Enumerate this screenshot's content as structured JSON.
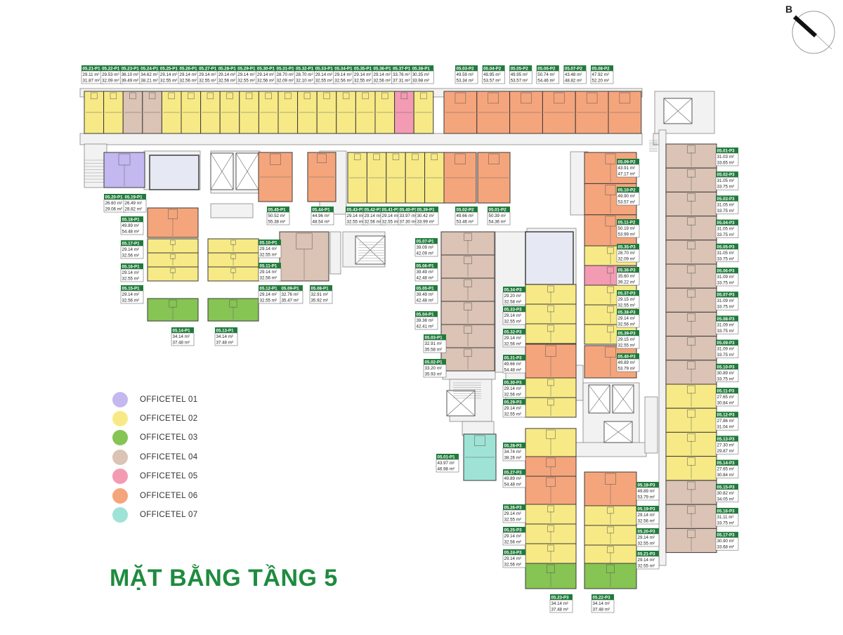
{
  "title": "MẶT BẰNG TẦNG 5",
  "compass": {
    "label": "B"
  },
  "legend": [
    {
      "label": "OFFICETEL 01",
      "color": "#c3b8ef"
    },
    {
      "label": "OFFICETEL 02",
      "color": "#f7ea86"
    },
    {
      "label": "OFFICETEL 03",
      "color": "#86c454"
    },
    {
      "label": "OFFICETEL 04",
      "color": "#dbc3b5"
    },
    {
      "label": "OFFICETEL 05",
      "color": "#f39bb2"
    },
    {
      "label": "OFFICETEL 06",
      "color": "#f5a57c"
    },
    {
      "label": "OFFICETEL 07",
      "color": "#9fe3d6"
    }
  ],
  "units": [
    {
      "code": "05.21-P1",
      "a1": "29.11 m²",
      "a2": "31.87 m²",
      "type": 2
    },
    {
      "code": "05.22-P1",
      "a1": "29.53 m²",
      "a2": "32.09 m²",
      "type": 2
    },
    {
      "code": "05.23-P1",
      "a1": "36.10 m²",
      "a2": "39.49 m²",
      "type": 4
    },
    {
      "code": "05.24-P1",
      "a1": "34.62 m²",
      "a2": "38.21 m²",
      "type": 4
    },
    {
      "code": "05.25-P1",
      "a1": "29.14 m²",
      "a2": "32.55 m²",
      "type": 2
    },
    {
      "code": "05.26-P1",
      "a1": "29.14 m²",
      "a2": "32.56 m²",
      "type": 2
    },
    {
      "code": "05.27-P1",
      "a1": "29.14 m²",
      "a2": "32.55 m²",
      "type": 2
    },
    {
      "code": "05.28-P1",
      "a1": "29.14 m²",
      "a2": "32.56 m²",
      "type": 2
    },
    {
      "code": "05.29-P1",
      "a1": "29.14 m²",
      "a2": "32.55 m²",
      "type": 2
    },
    {
      "code": "05.30-P1",
      "a1": "29.14 m²",
      "a2": "32.56 m²",
      "type": 2
    },
    {
      "code": "05.31-P1",
      "a1": "28.70 m²",
      "a2": "32.09 m²",
      "type": 2
    },
    {
      "code": "05.32-P1",
      "a1": "28.70 m²",
      "a2": "32.10 m²",
      "type": 2
    },
    {
      "code": "05.33-P1",
      "a1": "29.14 m²",
      "a2": "32.55 m²",
      "type": 2
    },
    {
      "code": "05.34-P1",
      "a1": "29.14 m²",
      "a2": "32.56 m²",
      "type": 2
    },
    {
      "code": "05.35-P1",
      "a1": "29.14 m²",
      "a2": "32.55 m²",
      "type": 2
    },
    {
      "code": "05.36-P1",
      "a1": "29.14 m²",
      "a2": "32.56 m²",
      "type": 2
    },
    {
      "code": "05.37-P1",
      "a1": "33.76 m²",
      "a2": "37.31 m²",
      "type": 5
    },
    {
      "code": "05.38-P1",
      "a1": "30.35 m²",
      "a2": "33.98 m²",
      "type": 2
    },
    {
      "code": "05.03-P2",
      "a1": "49.59 m²",
      "a2": "53.34 m²",
      "type": 6
    },
    {
      "code": "05.04-P2",
      "a1": "49.95 m²",
      "a2": "53.57 m²",
      "type": 6
    },
    {
      "code": "05.05-P2",
      "a1": "49.95 m²",
      "a2": "53.57 m²",
      "type": 6
    },
    {
      "code": "05.06-P2",
      "a1": "50.74 m²",
      "a2": "54.46 m²",
      "type": 6
    },
    {
      "code": "05.07-P2",
      "a1": "43.48 m²",
      "a2": "48.82 m²",
      "type": 6
    },
    {
      "code": "05.08-P2",
      "a1": "47.92 m²",
      "a2": "52.20 m²",
      "type": 6
    },
    {
      "code": "05.20-P1",
      "a1": "26.60 m²",
      "a2": "29.06 m²",
      "type": 1
    },
    {
      "code": "05.19-P1",
      "a1": "26.49 m²",
      "a2": "28.82 m²",
      "type": 1
    },
    {
      "code": "05.45-P1",
      "a1": "50.52 m²",
      "a2": "55.38 m²",
      "type": 6
    },
    {
      "code": "05.44-P1",
      "a1": "44.96 m²",
      "a2": "48.54 m²",
      "type": 6
    },
    {
      "code": "05.43-P1",
      "a1": "29.14 m²",
      "a2": "32.55 m²",
      "type": 2
    },
    {
      "code": "05.42-P1",
      "a1": "29.14 m²",
      "a2": "32.56 m²",
      "type": 2
    },
    {
      "code": "05.41-P1",
      "a1": "29.14 m²",
      "a2": "32.55 m²",
      "type": 2
    },
    {
      "code": "05.40-P1",
      "a1": "33.97 m²",
      "a2": "37.30 m²",
      "type": 2
    },
    {
      "code": "05.39-P1",
      "a1": "30.42 m²",
      "a2": "33.99 m²",
      "type": 2
    },
    {
      "code": "05.02-P2",
      "a1": "49.66 m²",
      "a2": "53.46 m²",
      "type": 6
    },
    {
      "code": "05.01-P2",
      "a1": "50.39 m²",
      "a2": "54.36 m²",
      "type": 6
    },
    {
      "code": "05.18-P1",
      "a1": "49.89 m²",
      "a2": "54.48 m²",
      "type": 6
    },
    {
      "code": "05.17-P1",
      "a1": "29.14 m²",
      "a2": "32.56 m²",
      "type": 2
    },
    {
      "code": "05.16-P1",
      "a1": "29.14 m²",
      "a2": "32.55 m²",
      "type": 2
    },
    {
      "code": "05.15-P1",
      "a1": "29.14 m²",
      "a2": "32.56 m²",
      "type": 2
    },
    {
      "code": "05.14-P1",
      "a1": "34.14 m²",
      "a2": "37.48 m²",
      "type": 3
    },
    {
      "code": "05.13-P1",
      "a1": "34.14 m²",
      "a2": "37.48 m²",
      "type": 3
    },
    {
      "code": "05.10-P1",
      "a1": "29.14 m²",
      "a2": "32.55 m²",
      "type": 2
    },
    {
      "code": "05.11-P1",
      "a1": "29.14 m²",
      "a2": "32.56 m²",
      "type": 2
    },
    {
      "code": "05.12-P1",
      "a1": "29.14 m²",
      "a2": "32.55 m²",
      "type": 2
    },
    {
      "code": "05.09-P1",
      "a1": "32.76 m²",
      "a2": "35.47 m²",
      "type": 4
    },
    {
      "code": "05.08-P1",
      "a1": "32.91 m²",
      "a2": "35.92 m²",
      "type": 4
    },
    {
      "code": "05.07-P1",
      "a1": "39.09 m²",
      "a2": "42.09 m²",
      "type": 4
    },
    {
      "code": "05.06-P1",
      "a1": "39.49 m²",
      "a2": "42.48 m²",
      "type": 4
    },
    {
      "code": "05.05-P1",
      "a1": "39.49 m²",
      "a2": "42.48 m²",
      "type": 4
    },
    {
      "code": "05.04-P1",
      "a1": "39.38 m²",
      "a2": "42.41 m²",
      "type": 4
    },
    {
      "code": "05.03-P1",
      "a1": "32.91 m²",
      "a2": "35.58 m²",
      "type": 4
    },
    {
      "code": "05.02-P1",
      "a1": "33.20 m²",
      "a2": "35.93 m²",
      "type": 4
    },
    {
      "code": "05.01-P1",
      "a1": "43.97 m²",
      "a2": "46.98 m²",
      "type": 7
    },
    {
      "code": "05.09-P2",
      "a1": "43.91 m²",
      "a2": "47.17 m²",
      "type": 6
    },
    {
      "code": "05.10-P2",
      "a1": "49.90 m²",
      "a2": "53.57 m²",
      "type": 6
    },
    {
      "code": "05.11-P2",
      "a1": "50.19 m²",
      "a2": "53.99 m²",
      "type": 6
    },
    {
      "code": "05.35-P3",
      "a1": "28.70 m²",
      "a2": "32.09 m²",
      "type": 2
    },
    {
      "code": "05.36-P3",
      "a1": "35.60 m²",
      "a2": "39.22 m²",
      "type": 5
    },
    {
      "code": "05.37-P3",
      "a1": "29.15 m²",
      "a2": "32.55 m²",
      "type": 2
    },
    {
      "code": "05.38-P3",
      "a1": "29.14 m²",
      "a2": "32.56 m²",
      "type": 2
    },
    {
      "code": "05.39-P3",
      "a1": "29.15 m²",
      "a2": "32.55 m²",
      "type": 2
    },
    {
      "code": "05.40-P3",
      "a1": "49.89 m²",
      "a2": "53.79 m²",
      "type": 6
    },
    {
      "code": "05.34-P3",
      "a1": "29.20 m²",
      "a2": "32.58 m²",
      "type": 2
    },
    {
      "code": "05.33-P3",
      "a1": "29.14 m²",
      "a2": "32.55 m²",
      "type": 2
    },
    {
      "code": "05.32-P3",
      "a1": "29.14 m²",
      "a2": "32.56 m²",
      "type": 2
    },
    {
      "code": "05.31-P3",
      "a1": "49.66 m²",
      "a2": "54.48 m²",
      "type": 6
    },
    {
      "code": "05.30-P3",
      "a1": "29.14 m²",
      "a2": "32.56 m²",
      "type": 2
    },
    {
      "code": "05.29-P3",
      "a1": "29.14 m²",
      "a2": "32.55 m²",
      "type": 2
    },
    {
      "code": "05.28-P3",
      "a1": "34.74 m²",
      "a2": "38.26 m²",
      "type": 2
    },
    {
      "code": "05.27-P3",
      "a1": "49.89 m²",
      "a2": "54.48 m²",
      "type": 6
    },
    {
      "code": "05.26-P3",
      "a1": "29.14 m²",
      "a2": "32.55 m²",
      "type": 2
    },
    {
      "code": "05.25-P3",
      "a1": "29.14 m²",
      "a2": "32.56 m²",
      "type": 2
    },
    {
      "code": "05.24-P3",
      "a1": "29.14 m²",
      "a2": "32.56 m²",
      "type": 2
    },
    {
      "code": "05.23-P3",
      "a1": "34.14 m²",
      "a2": "37.48 m²",
      "type": 3
    },
    {
      "code": "05.22-P3",
      "a1": "34.14 m²",
      "a2": "37.48 m²",
      "type": 3
    },
    {
      "code": "05.18-P3",
      "a1": "49.89 m²",
      "a2": "53.79 m²",
      "type": 6
    },
    {
      "code": "05.19-P3",
      "a1": "29.14 m²",
      "a2": "32.56 m²",
      "type": 2
    },
    {
      "code": "05.20-P3",
      "a1": "29.14 m²",
      "a2": "32.55 m²",
      "type": 2
    },
    {
      "code": "05.21-P3",
      "a1": "29.14 m²",
      "a2": "32.55 m²",
      "type": 2
    },
    {
      "code": "05.01-P3",
      "a1": "31.03 m²",
      "a2": "33.65 m²",
      "type": 4
    },
    {
      "code": "05.02-P3",
      "a1": "31.05 m²",
      "a2": "33.75 m²",
      "type": 4
    },
    {
      "code": "05.03-P3",
      "a1": "31.05 m²",
      "a2": "33.75 m²",
      "type": 4
    },
    {
      "code": "05.04-P3",
      "a1": "31.05 m²",
      "a2": "33.75 m²",
      "type": 4
    },
    {
      "code": "05.05-P3",
      "a1": "31.05 m²",
      "a2": "33.75 m²",
      "type": 4
    },
    {
      "code": "05.06-P3",
      "a1": "31.09 m²",
      "a2": "33.75 m²",
      "type": 4
    },
    {
      "code": "05.07-P3",
      "a1": "31.09 m²",
      "a2": "33.75 m²",
      "type": 4
    },
    {
      "code": "05.08-P3",
      "a1": "31.09 m²",
      "a2": "33.75 m²",
      "type": 4
    },
    {
      "code": "05.09-P3",
      "a1": "31.09 m²",
      "a2": "33.75 m²",
      "type": 4
    },
    {
      "code": "05.10-P3",
      "a1": "30.89 m²",
      "a2": "33.75 m²",
      "type": 4
    },
    {
      "code": "05.11-P3",
      "a1": "27.65 m²",
      "a2": "30.84 m²",
      "type": 2
    },
    {
      "code": "05.12-P3",
      "a1": "27.86 m²",
      "a2": "31.04 m²",
      "type": 2
    },
    {
      "code": "05.13-P3",
      "a1": "27.30 m²",
      "a2": "29.87 m²",
      "type": 2
    },
    {
      "code": "05.14-P3",
      "a1": "27.65 m²",
      "a2": "30.84 m²",
      "type": 2
    },
    {
      "code": "05.15-P3",
      "a1": "30.82 m²",
      "a2": "34.05 m²",
      "type": 4
    },
    {
      "code": "05.16-P3",
      "a1": "31.11 m²",
      "a2": "33.75 m²",
      "type": 4
    },
    {
      "code": "05.17-P3",
      "a1": "30.90 m²",
      "a2": "33.68 m²",
      "type": 4
    }
  ]
}
